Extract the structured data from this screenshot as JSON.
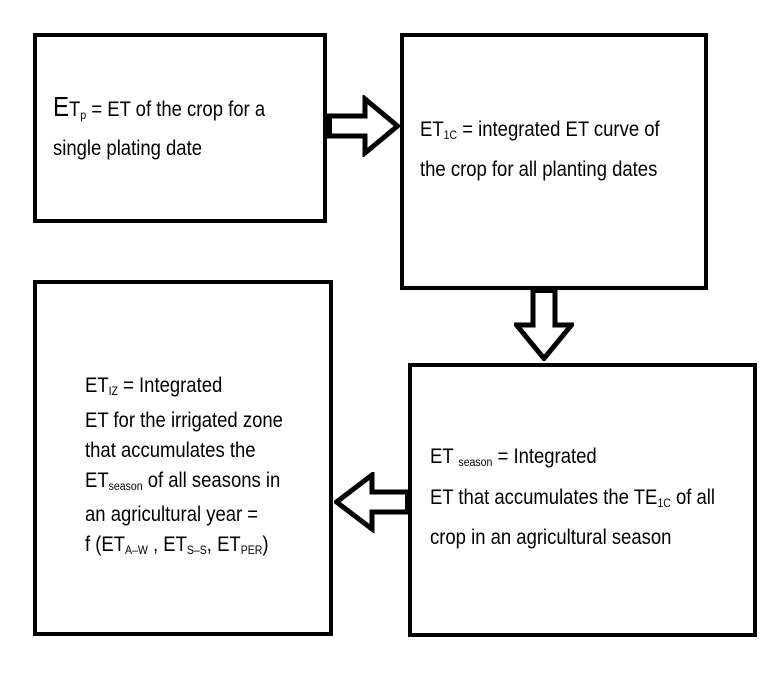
{
  "page": {
    "background": "#ffffff",
    "ink": "#000000",
    "description": "Flow diagram of evapotranspiration (ET) integration steps"
  },
  "boxes": [
    {
      "id": "box-etp",
      "lines": [
        [
          {
            "t": "E",
            "s": "lead"
          },
          {
            "t": "T",
            "s": "n"
          },
          {
            "t": "p",
            "s": "sub"
          },
          {
            "t": " = ET of the crop for a",
            "s": "n"
          }
        ],
        [
          {
            "t": "single plating date",
            "s": "n"
          }
        ]
      ]
    },
    {
      "id": "box-et1c",
      "lines": [
        [
          {
            "t": "ET",
            "s": "n"
          },
          {
            "t": "1C",
            "s": "sub"
          },
          {
            "t": " = integrated ET curve of",
            "s": "n"
          }
        ],
        [
          {
            "t": "the crop for all planting dates",
            "s": "n"
          }
        ]
      ]
    },
    {
      "id": "box-etseason",
      "lines": [
        [
          {
            "t": "ET ",
            "s": "n"
          },
          {
            "t": "season",
            "s": "sub"
          },
          {
            "t": " = Integrated",
            "s": "n"
          }
        ],
        [
          {
            "t": "ET that accumulates the TE",
            "s": "n"
          },
          {
            "t": "1C",
            "s": "sub"
          },
          {
            "t": " of all",
            "s": "n"
          }
        ],
        [
          {
            "t": "crop in an agricultural season",
            "s": "n"
          }
        ]
      ]
    },
    {
      "id": "box-etiz",
      "lines": [
        [
          {
            "t": "ET",
            "s": "n"
          },
          {
            "t": "IZ",
            "s": "sub"
          },
          {
            "t": " = Integrated",
            "s": "n"
          }
        ],
        [
          {
            "t": "ET for the irrigated zone",
            "s": "n"
          }
        ],
        [
          {
            "t": "that accumulates the",
            "s": "n"
          }
        ],
        [
          {
            "t": "ET",
            "s": "n"
          },
          {
            "t": "season",
            "s": "sub"
          },
          {
            "t": " of all seasons in",
            "s": "n"
          }
        ],
        [
          {
            "t": "an agricultural year =",
            "s": "n"
          }
        ],
        [
          {
            "t": "f (ET",
            "s": "n"
          },
          {
            "t": "A–W",
            "s": "sub"
          },
          {
            "t": " , ET",
            "s": "n"
          },
          {
            "t": "S–S",
            "s": "sub"
          },
          {
            "t": ", ET",
            "s": "n"
          },
          {
            "t": "PER",
            "s": "sub"
          },
          {
            "t": ")",
            "s": "n"
          }
        ]
      ]
    }
  ],
  "arrows": [
    {
      "id": "arrow-right",
      "direction": "right",
      "from": "box-etp",
      "to": "box-et1c"
    },
    {
      "id": "arrow-down",
      "direction": "down",
      "from": "box-et1c",
      "to": "box-etseason"
    },
    {
      "id": "arrow-left",
      "direction": "left",
      "from": "box-etseason",
      "to": "box-etiz"
    }
  ]
}
